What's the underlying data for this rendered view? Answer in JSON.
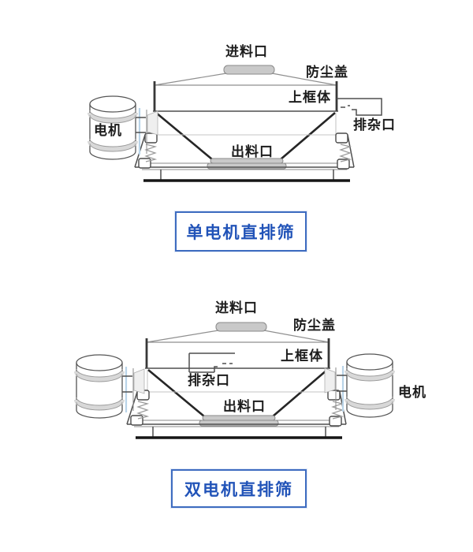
{
  "page": {
    "background": "#ffffff"
  },
  "diagram_single": {
    "caption": "单电机直排筛",
    "labels": {
      "feed_inlet": "进料口",
      "dust_cover": "防尘盖",
      "upper_frame": "上框体",
      "impurity_outlet": "排杂口",
      "motor": "电机",
      "discharge_outlet": "出料口"
    }
  },
  "diagram_double": {
    "caption": "双电机直排筛",
    "labels": {
      "feed_inlet": "进料口",
      "dust_cover": "防尘盖",
      "upper_frame": "上框体",
      "impurity_outlet": "排杂口",
      "motor": "电机",
      "discharge_outlet": "出料口"
    }
  },
  "colors": {
    "caption_text": "#2153b8",
    "caption_border": "#3e6cc0",
    "label_text": "#1c1c1c",
    "line_dark": "#262626",
    "line_mid": "#4f4f4f",
    "line_light": "#8f8f8f",
    "cap_fill": "#c9c9c9",
    "bracket_accent": "#b9d4e8",
    "ground_line": "#161616",
    "background": "#ffffff"
  }
}
